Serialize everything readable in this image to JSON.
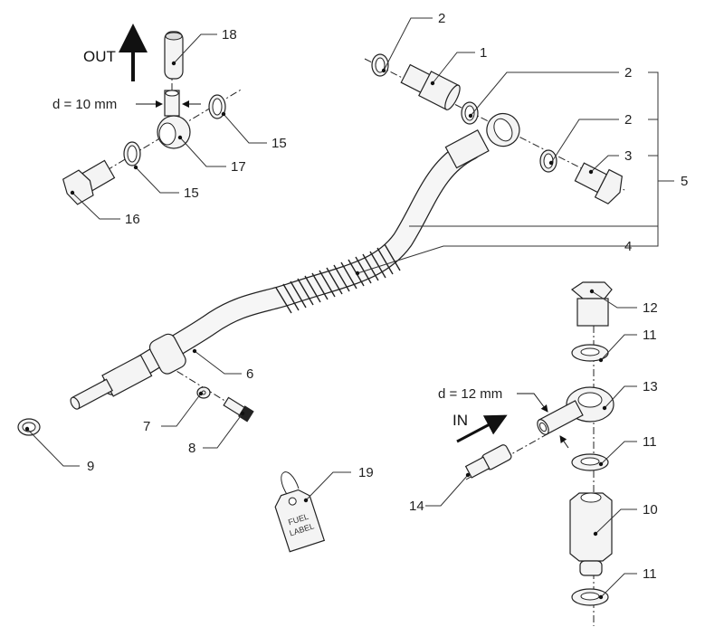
{
  "diagram": {
    "flow_out_label": "OUT",
    "flow_in_label": "IN",
    "dim_out": "d = 10 mm",
    "dim_in": "d = 12 mm",
    "tag_line1": "FUEL",
    "tag_line2": "LABEL",
    "callouts": [
      "2",
      "1",
      "2",
      "2",
      "3",
      "5",
      "4",
      "18",
      "15",
      "17",
      "15",
      "16",
      "6",
      "7",
      "8",
      "9",
      "19",
      "14",
      "12",
      "11",
      "13",
      "11",
      "10",
      "11"
    ]
  }
}
